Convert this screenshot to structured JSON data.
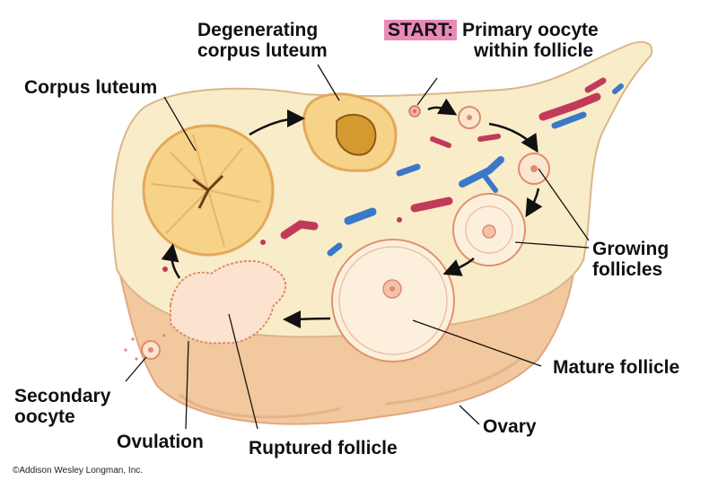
{
  "labels": {
    "degenerating_corpus_luteum_line1": "Degenerating",
    "degenerating_corpus_luteum_line2": "corpus luteum",
    "start_tag": "START:",
    "primary_oocyte_line1": "Primary oocyte",
    "primary_oocyte_line2": "within follicle",
    "corpus_luteum": "Corpus luteum",
    "growing_follicles_line1": "Growing",
    "growing_follicles_line2": "follicles",
    "mature_follicle": "Mature follicle",
    "secondary_oocyte_line1": "Secondary",
    "secondary_oocyte_line2": "oocyte",
    "ovary": "Ovary",
    "ovulation": "Ovulation",
    "ruptured_follicle": "Ruptured follicle"
  },
  "copyright": "©Addison Wesley Longman, Inc.",
  "colors": {
    "ovary_surface": "#f9ecc8",
    "ovary_lower": "#f2c89e",
    "start_highlight": "#e88ab8",
    "blood_vessel_red": "#c23a5a",
    "blood_vessel_blue": "#3a78c8",
    "corpus_luteum": "#f7d38a"
  }
}
